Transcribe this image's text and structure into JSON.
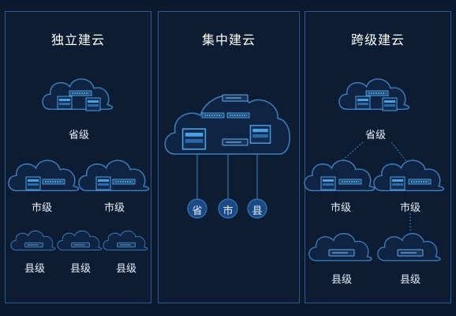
{
  "panels": [
    {
      "title": "独立建云"
    },
    {
      "title": "集中建云"
    },
    {
      "title": "跨级建云"
    }
  ],
  "labels": {
    "province": "省级",
    "city": "市级",
    "county": "县级",
    "badge_province": "省",
    "badge_city": "市",
    "badge_county": "县"
  },
  "colors": {
    "background": "#0b1a2e",
    "panel_border": "#2d5a8a",
    "cloud_stroke": "#3f7fc0",
    "server": "#4a9fe0"
  }
}
